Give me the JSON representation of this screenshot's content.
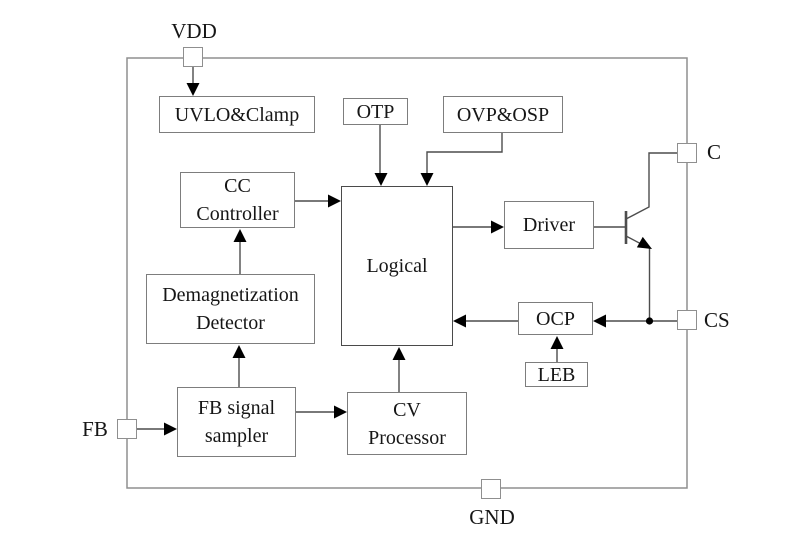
{
  "diagram_type": "chip-block-diagram",
  "pins": {
    "vdd": {
      "label": "VDD"
    },
    "c": {
      "label": "C"
    },
    "cs": {
      "label": "CS"
    },
    "fb": {
      "label": "FB"
    },
    "gnd": {
      "label": "GND"
    }
  },
  "blocks": {
    "uvlo": {
      "label": "UVLO&Clamp"
    },
    "otp": {
      "label": "OTP"
    },
    "ovp": {
      "label": "OVP&OSP"
    },
    "cc": {
      "label": "CC\nController"
    },
    "logical": {
      "label": "Logical"
    },
    "driver": {
      "label": "Driver"
    },
    "demag": {
      "label": "Demagnetization\nDetector"
    },
    "ocp": {
      "label": "OCP"
    },
    "leb": {
      "label": "LEB"
    },
    "fb_sampler": {
      "label": "FB signal\nsampler"
    },
    "cv": {
      "label": "CV\nProcessor"
    }
  },
  "connections": [
    "VDD -> UVLO&Clamp",
    "OTP -> Logical",
    "OVP&OSP -> Logical",
    "CC Controller -> Logical",
    "Demagnetization Detector -> CC Controller",
    "FB signal sampler -> Demagnetization Detector",
    "FB -> FB signal sampler",
    "FB signal sampler -> CV Processor",
    "CV Processor -> Logical",
    "Logical -> Driver",
    "Driver -> transistor base",
    "transistor collector -> C",
    "transistor emitter -> CS node",
    "CS node -> OCP",
    "OCP -> Logical",
    "LEB -> OCP"
  ],
  "colors": {
    "line": "#4d4d4d",
    "outer": "#8f8f8f",
    "blockborder": "#7d7d7d",
    "arrow": "#000000"
  }
}
